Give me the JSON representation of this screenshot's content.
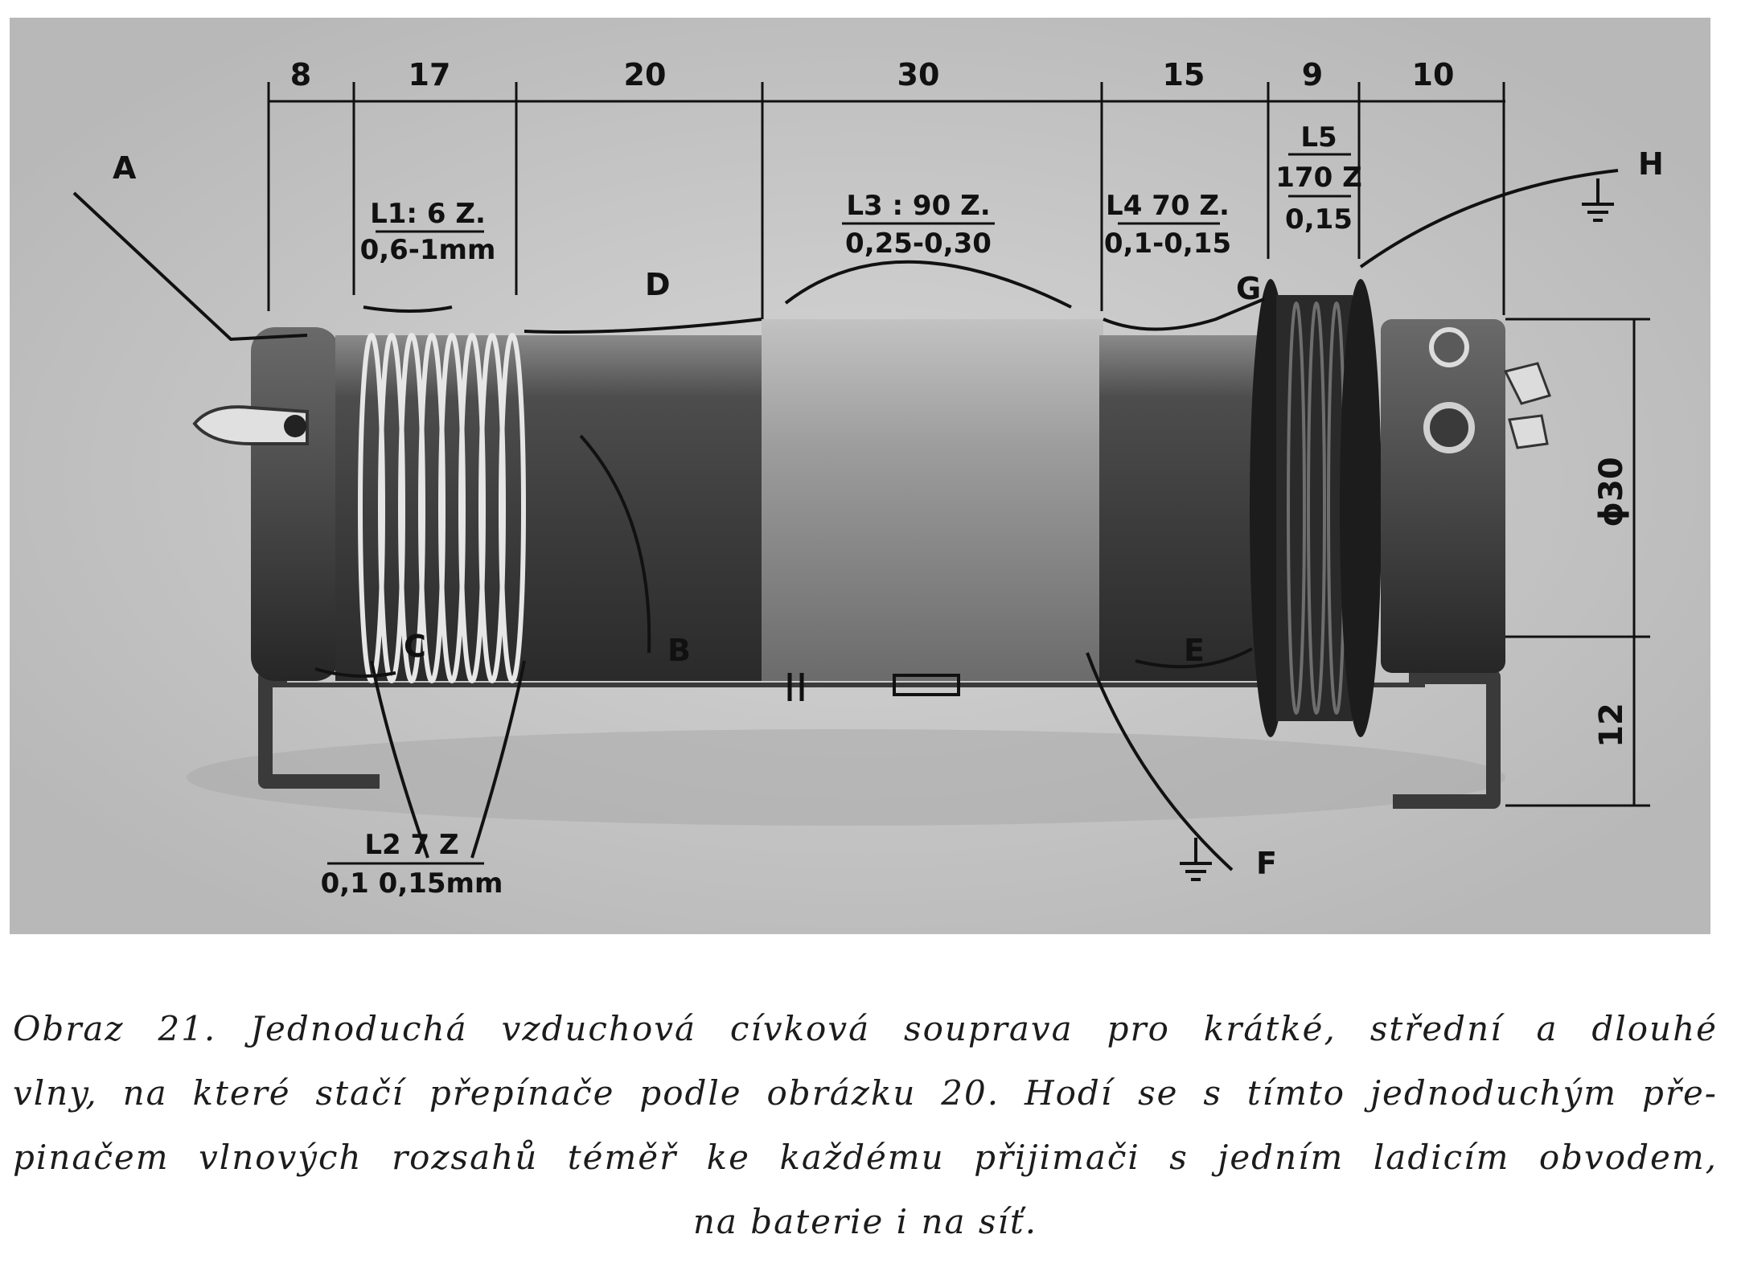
{
  "figure": {
    "dimensions_mm": [
      "8",
      "17",
      "20",
      "30",
      "15",
      "9",
      "10"
    ],
    "diameter_label": "ϕ30",
    "foot_height_label": "12",
    "points": [
      "A",
      "B",
      "C",
      "D",
      "E",
      "F",
      "G",
      "H"
    ],
    "coils": {
      "L1": {
        "name": "L1: 6 Z.",
        "wire": "0,6-1mm"
      },
      "L2": {
        "name": "L2 7 Z",
        "wire": "0,1 0,15mm"
      },
      "L3": {
        "name": "L3 : 90 Z.",
        "wire": "0,25-0,30"
      },
      "L4": {
        "name": "L4 70 Z.",
        "wire": "0,1-0,15"
      },
      "L5": {
        "name": "L5",
        "turns": "170 Z",
        "wire": "0,15"
      }
    }
  },
  "caption": {
    "lines": [
      "Obraz 21. Jednoduchá vzduchová cívková souprava pro krátké, střední a dlouhé",
      "vlny, na které stačí přepínače podle obrázku 20. Hodí se s tímto jednoduchým pře-",
      "pinačem vlnových rozsahů téměř ke každému přijimači s jedním ladicím obvodem,",
      "na baterie i na síť."
    ]
  },
  "colors": {
    "photo_background": "#c9c9c9",
    "ink": "#111111",
    "paper": "#ffffff"
  }
}
